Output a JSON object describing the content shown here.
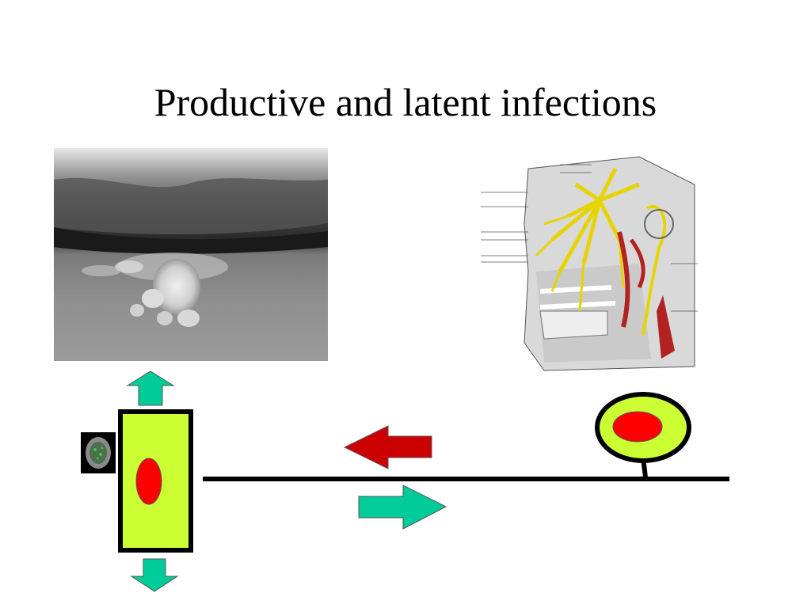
{
  "slide": {
    "title": "Productive and latent infections"
  },
  "images": {
    "lip_photo": "herpes-labialis-lesion-photo",
    "nerve_illustration": "facial-nerve-anatomy-illustration",
    "thumbnail": "infected-cell-micrograph-thumbnail"
  },
  "diagram": {
    "epithelial_cell_fill": "#ccff33",
    "nucleus_fill": "#ff0000",
    "outline": "#000000",
    "export_arrow_color": "#00cc99",
    "retrograde_arrow_color": "#cc0000",
    "anterograde_arrow_color": "#00cc99"
  }
}
